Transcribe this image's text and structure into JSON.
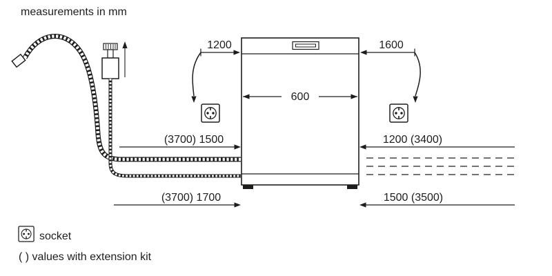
{
  "note": "measurements in mm",
  "appliance": "dishwasher",
  "dimensions": {
    "power_cord_left": "1200",
    "power_cord_right": "1600",
    "width": "600",
    "left_upper": "(3700) 1500",
    "left_lower": "(3700) 1700",
    "right_upper": "1200 (3400)",
    "right_lower": "1500 (3500)"
  },
  "legend": {
    "socket_label": "socket",
    "extension_note": "( ) values with extension kit"
  },
  "icons": {
    "socket": "schuko-socket-icon",
    "tap": "water-tap-icon",
    "drain_hose": "corrugated-hose",
    "supply_hose": "supply-hose"
  },
  "colors": {
    "ink": "#1d1d1b",
    "background": "#ffffff"
  }
}
